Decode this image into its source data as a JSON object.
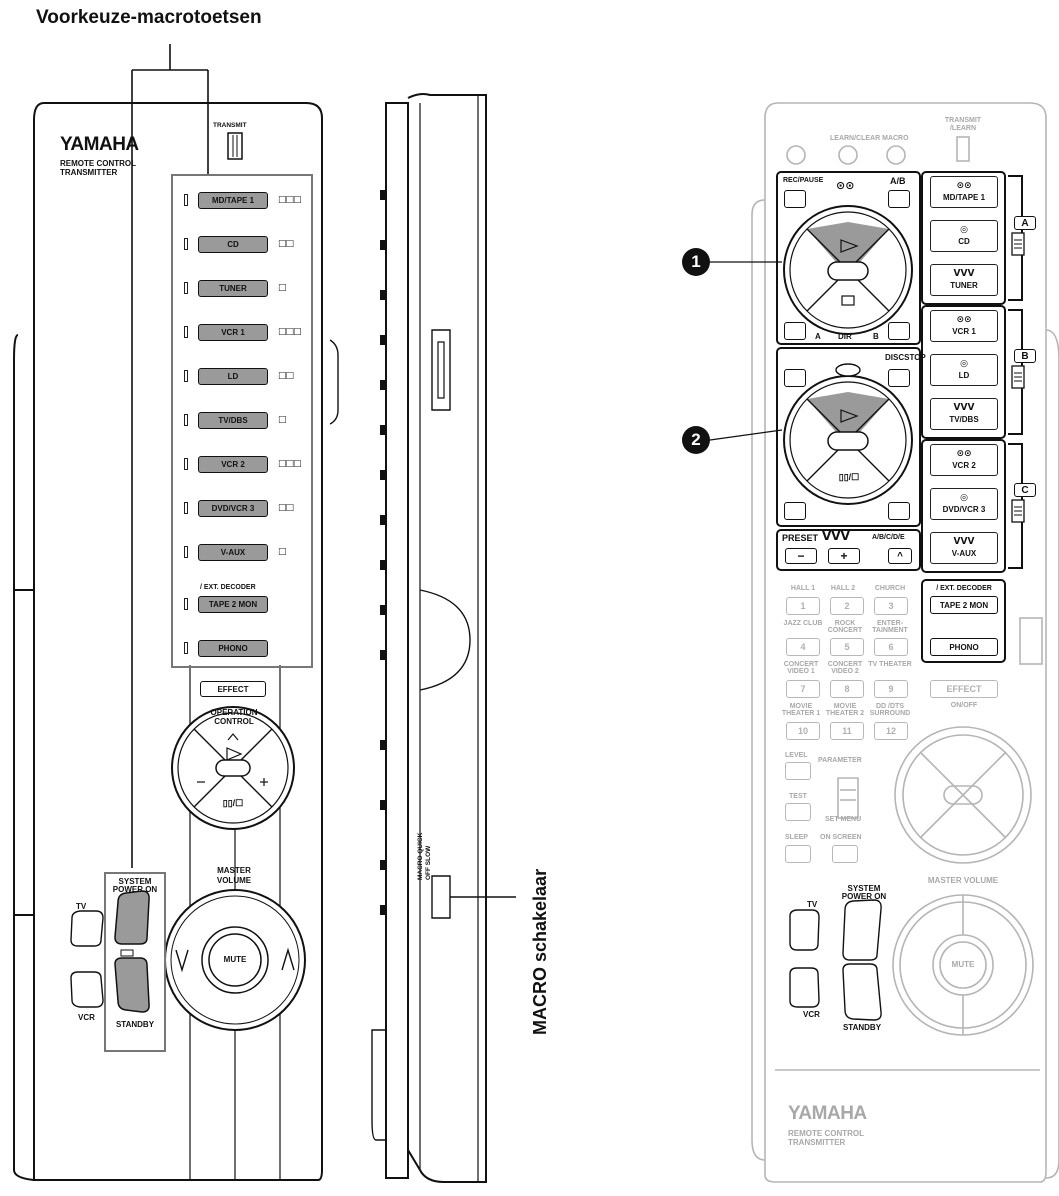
{
  "title": "Voorkeuze-macrotoetsen",
  "macro_switch_label": "MACRO schakelaar",
  "left_remote": {
    "brand": "YAMAHA",
    "subtitle_1": "REMOTE CONTROL",
    "subtitle_2": "TRANSMITTER",
    "transmit": "TRANSMIT",
    "ext_decoder": "/ EXT. DECODER",
    "input_buttons": [
      "MD/TAPE 1",
      "CD",
      "TUNER",
      "VCR 1",
      "LD",
      "TV/DBS",
      "VCR 2",
      "DVD/VCR 3",
      "V-AUX",
      "TAPE 2 MON",
      "PHONO"
    ],
    "input_markers": [
      "□□□",
      "□□",
      "□",
      "□□□",
      "□□",
      "□",
      "□□□",
      "□□",
      "□",
      "",
      ""
    ],
    "effect": "EFFECT",
    "operation_control_1": "OPERATION",
    "operation_control_2": "CONTROL",
    "pause_stop": "▯▯/☐",
    "master_volume_1": "MASTER",
    "master_volume_2": "VOLUME",
    "mute": "MUTE",
    "system_power_on_1": "SYSTEM",
    "system_power_on_2": "POWER ON",
    "standby": "STANDBY",
    "tv": "TV",
    "vcr": "VCR"
  },
  "side_view": {
    "macro_quick": "MACRO QUICK",
    "off_slow": "OFF SLOW"
  },
  "right_remote": {
    "transmit_learn_1": "TRANSMIT",
    "transmit_learn_2": "/LEARN",
    "learn_clear_macro": "LEARN/CLEAR MACRO",
    "rec_pause": "REC/PAUSE",
    "ab": "A/B",
    "a": "A",
    "dir": "DIR",
    "b": "B",
    "disc_stop": "DISCSTOP",
    "pause_stop": "▯▯/☐",
    "preset": "PRESET",
    "abcde": "A/B/C/D/E",
    "group_buttons": [
      "MD/TAPE 1",
      "CD",
      "TUNER",
      "VCR 1",
      "LD",
      "TV/DBS",
      "VCR 2",
      "DVD/VCR 3",
      "V-AUX"
    ],
    "group_labels": [
      "A",
      "B",
      "C"
    ],
    "ext_decoder": "/ EXT. DECODER",
    "tape2mon": "TAPE 2 MON",
    "phono": "PHONO",
    "effect": "EFFECT",
    "on_off": "ON/OFF",
    "num_labels": [
      "HALL 1",
      "HALL 2",
      "CHURCH",
      "JAZZ CLUB",
      "ROCK CONCERT",
      "ENTER-TAINMENT",
      "CONCERT VIDEO 1",
      "CONCERT VIDEO 2",
      "TV THEATER",
      "MOVIE THEATER 1",
      "MOVIE THEATER 2",
      "DD /DTS SURROUND"
    ],
    "num_keys": [
      "1",
      "2",
      "3",
      "4",
      "5",
      "6",
      "7",
      "8",
      "9",
      "10",
      "11",
      "12"
    ],
    "level": "LEVEL",
    "parameter": "PARAMETER",
    "test": "TEST",
    "set_menu": "SET MENU",
    "sleep": "SLEEP",
    "on_screen": "ON SCREEN",
    "master_volume": "MASTER VOLUME",
    "mute": "MUTE",
    "system_power_on_1": "SYSTEM",
    "system_power_on_2": "POWER ON",
    "standby": "STANDBY",
    "tv": "TV",
    "vcr": "VCR",
    "brand": "YAMAHA",
    "subtitle_1": "REMOTE CONTROL",
    "subtitle_2": "TRANSMITTER"
  },
  "callouts": [
    "1",
    "2"
  ]
}
